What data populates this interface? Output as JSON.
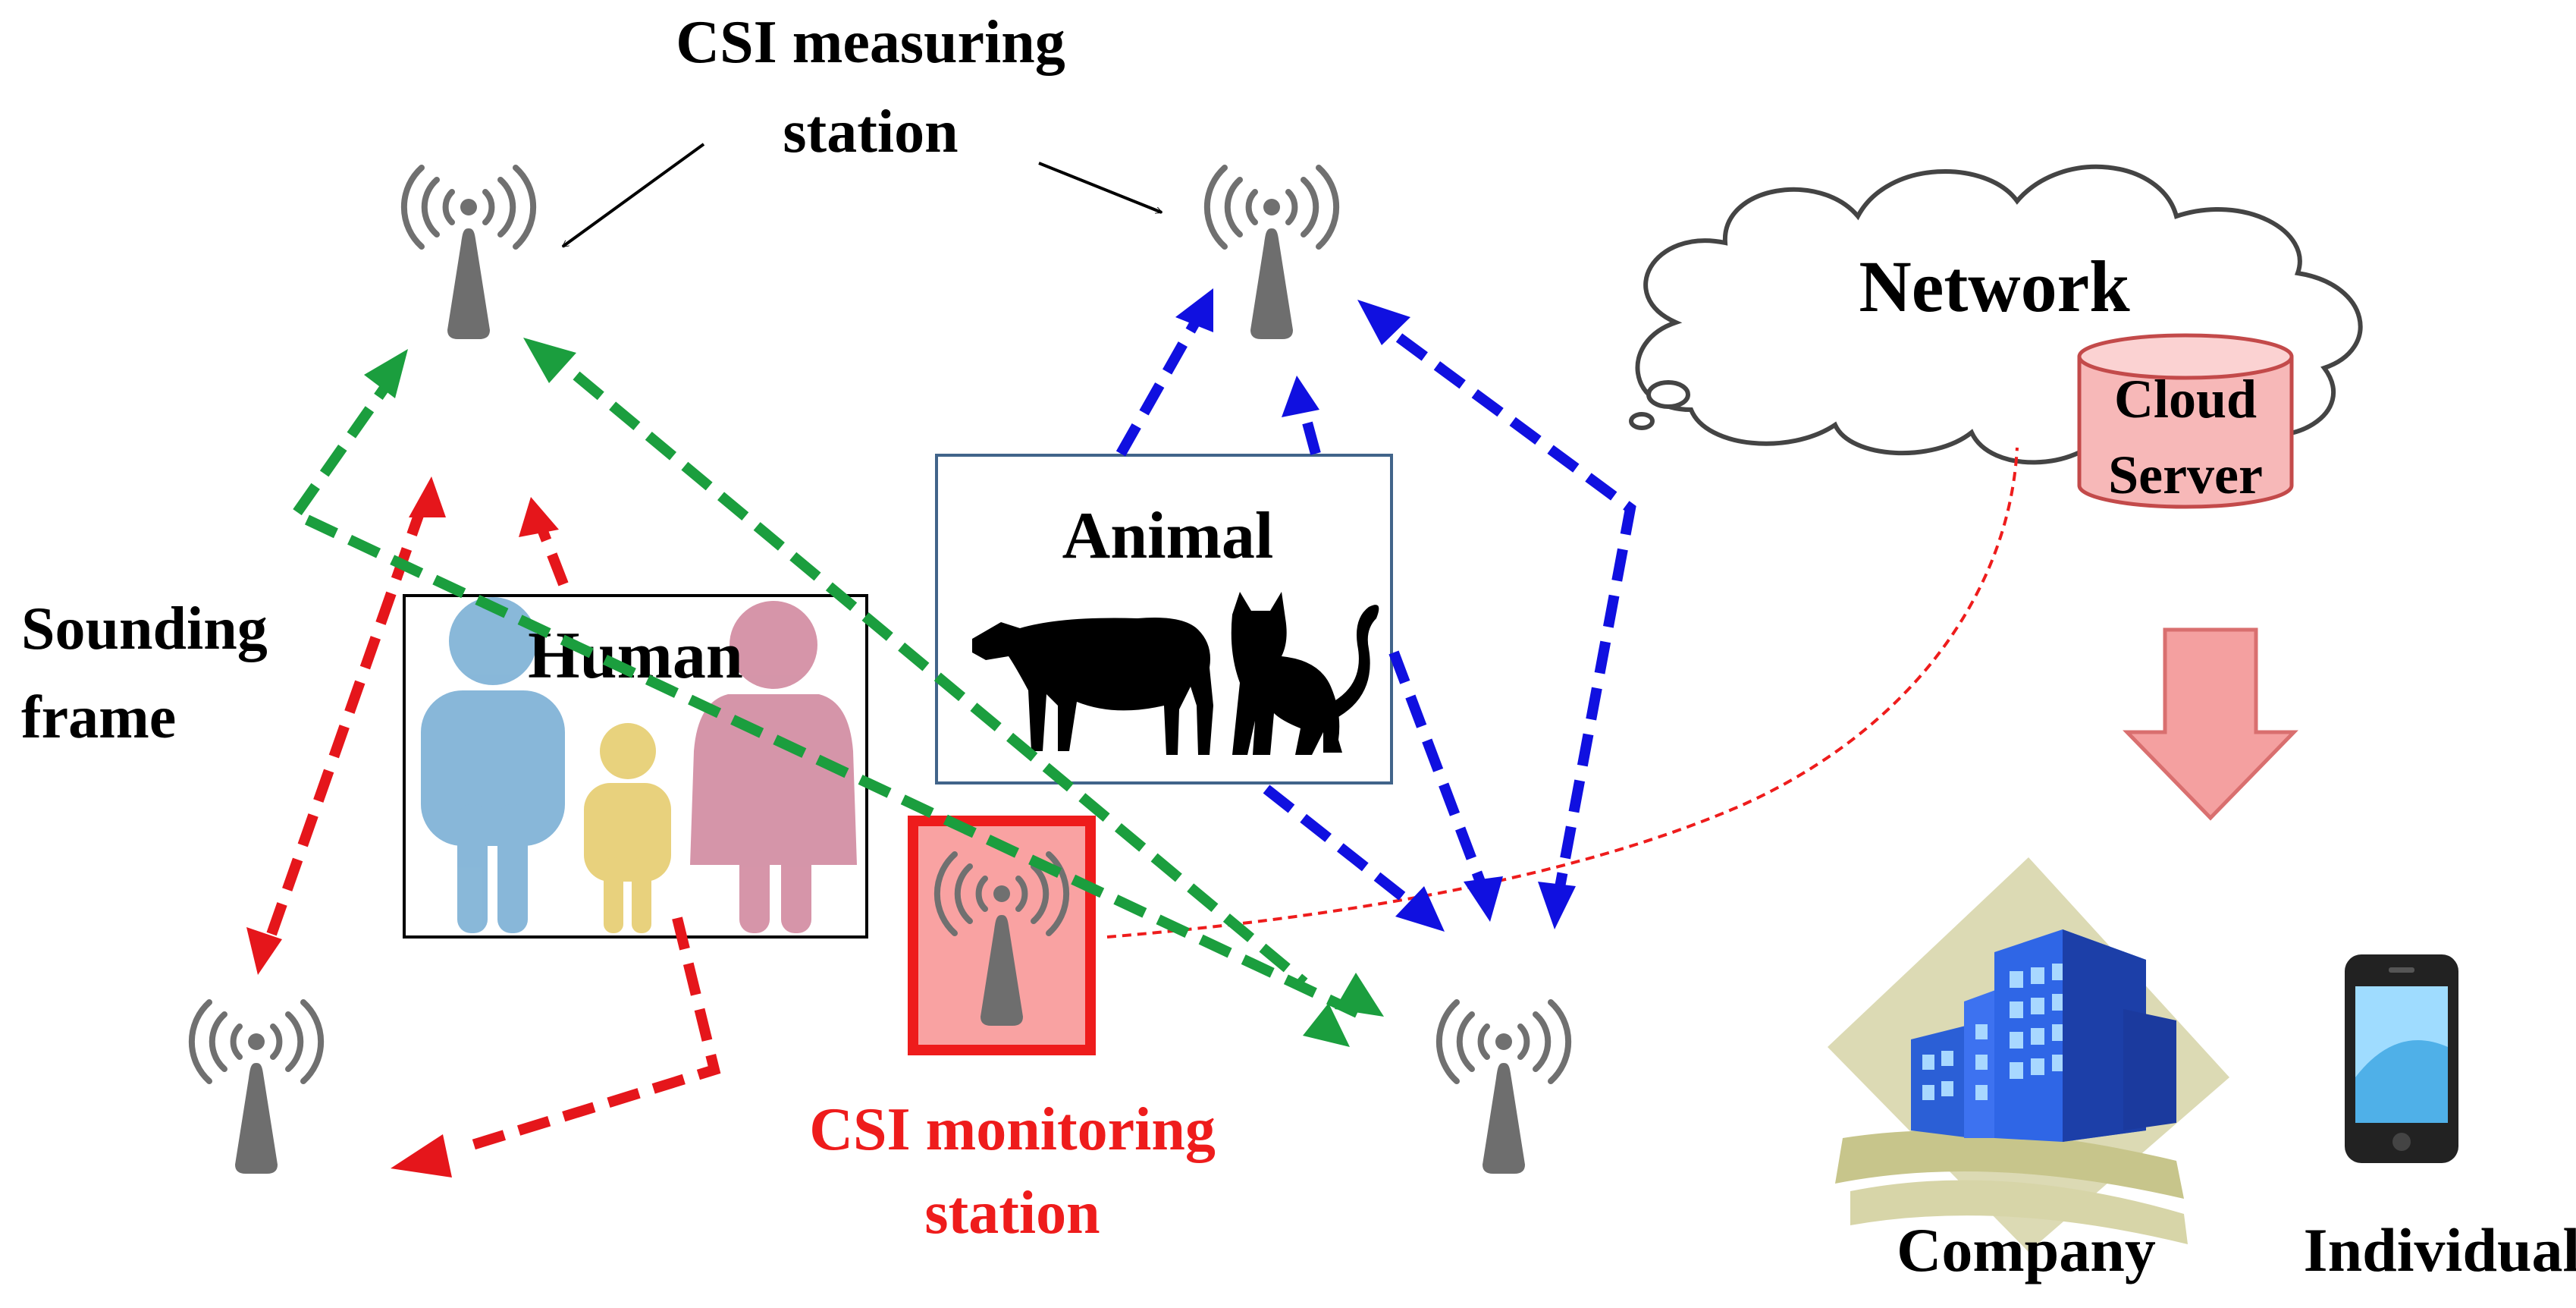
{
  "labels": {
    "measuring_line1": "CSI measuring",
    "measuring_line2": "station",
    "sounding_line1": "Sounding",
    "sounding_line2": "frame",
    "network": "Network",
    "cloud_line1": "Cloud",
    "cloud_line2": "Server",
    "human": "Human",
    "animal": "Animal",
    "monitoring_line1": "CSI monitoring",
    "monitoring_line2": "station",
    "company": "Company",
    "individual": "Individual"
  },
  "colors": {
    "human_path": "#e5161b",
    "animal_path": "#1010e0",
    "direct_path": "#1b9e3e",
    "monitoring": "#ee1c1c",
    "antenna": "#6e6e6e",
    "cloud_server_fill": "#f7b8b8",
    "down_arrow": "#f4a0a0"
  },
  "icons": [
    "antenna-icon",
    "cloud-icon",
    "database-icon",
    "building-icon",
    "smartphone-icon",
    "cow-icon",
    "cat-icon",
    "family-icon"
  ]
}
